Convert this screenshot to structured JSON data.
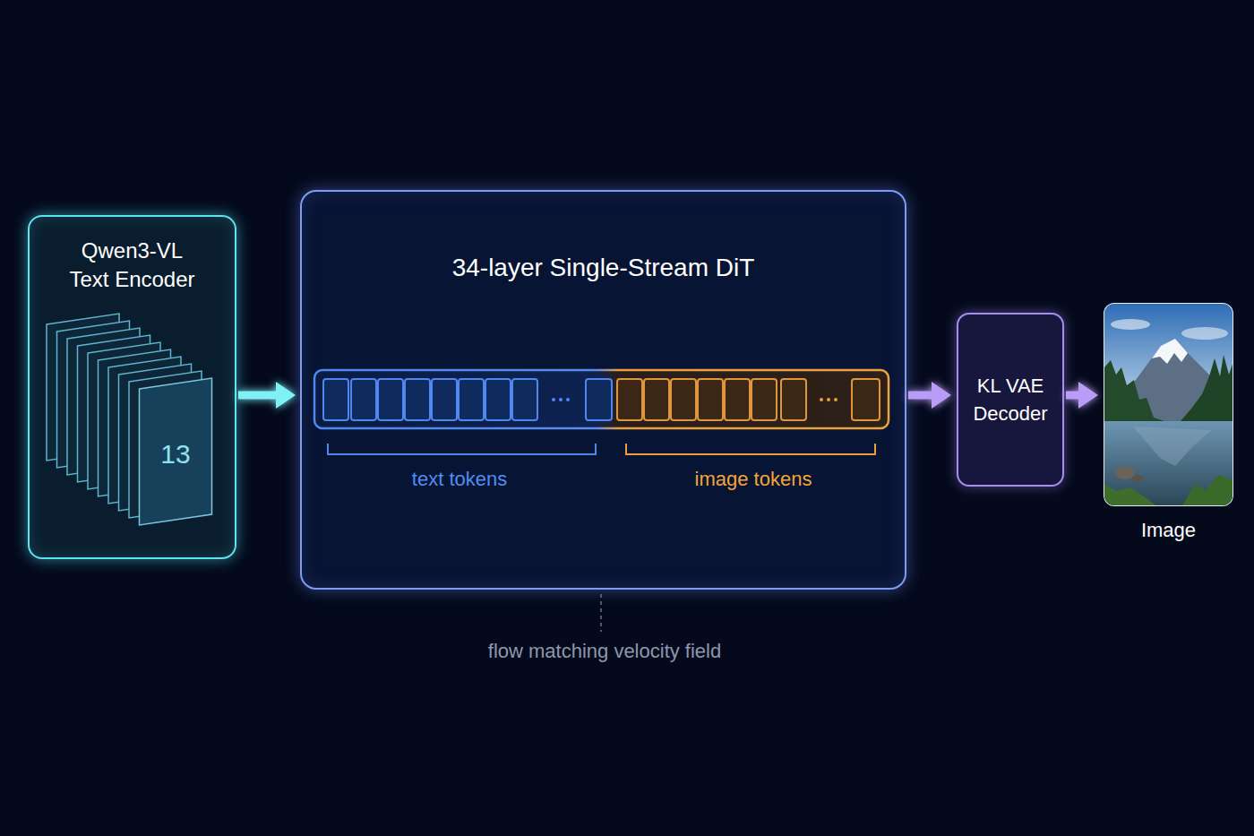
{
  "diagram": {
    "nodes": [
      {
        "text": [
          "Qwen3-VL Text Encoder"
        ]
      },
      {
        "text": [
          "34-layer Single-Stream DiT"
        ]
      },
      {
        "text": [
          "KL VAE Decoder"
        ]
      },
      {
        "text": [
          "Image"
        ]
      }
    ],
    "edges": [
      {
        "from": 0,
        "to": 1,
        "arrow": "to"
      },
      {
        "from": 1,
        "to": 2,
        "arrow": "to"
      },
      {
        "from": 2,
        "to": 3,
        "arrow": "to"
      }
    ],
    "labels": [
      "13",
      "text tokens",
      "image tokens",
      "flow matching velocity field"
    ]
  }
}
